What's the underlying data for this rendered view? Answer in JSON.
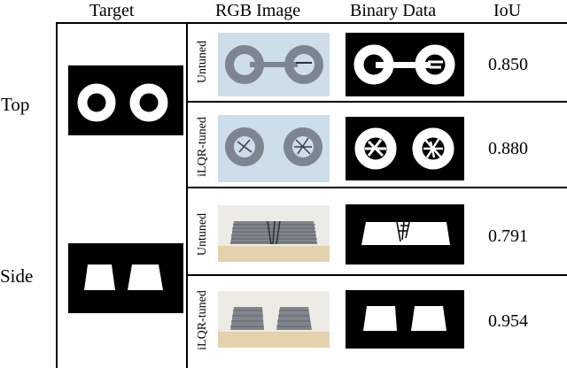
{
  "headers": {
    "target": "Target",
    "rgb_image": "RGB Image",
    "binary_data": "Binary Data",
    "iou": "IoU"
  },
  "row_groups": [
    {
      "label": "Top",
      "rows": [
        {
          "method": "Untuned",
          "iou": "0.850"
        },
        {
          "method": "iLQR-tuned",
          "iou": "0.880"
        }
      ]
    },
    {
      "label": "Side",
      "rows": [
        {
          "method": "Untuned",
          "iou": "0.791"
        },
        {
          "method": "iLQR-tuned",
          "iou": "0.954"
        }
      ]
    }
  ],
  "colors": {
    "photo_background_top": "#c9dbe8",
    "print_gray": "#7d8590",
    "print_side_background": "#ecebe6",
    "table_surface": "#e8d9b9"
  }
}
